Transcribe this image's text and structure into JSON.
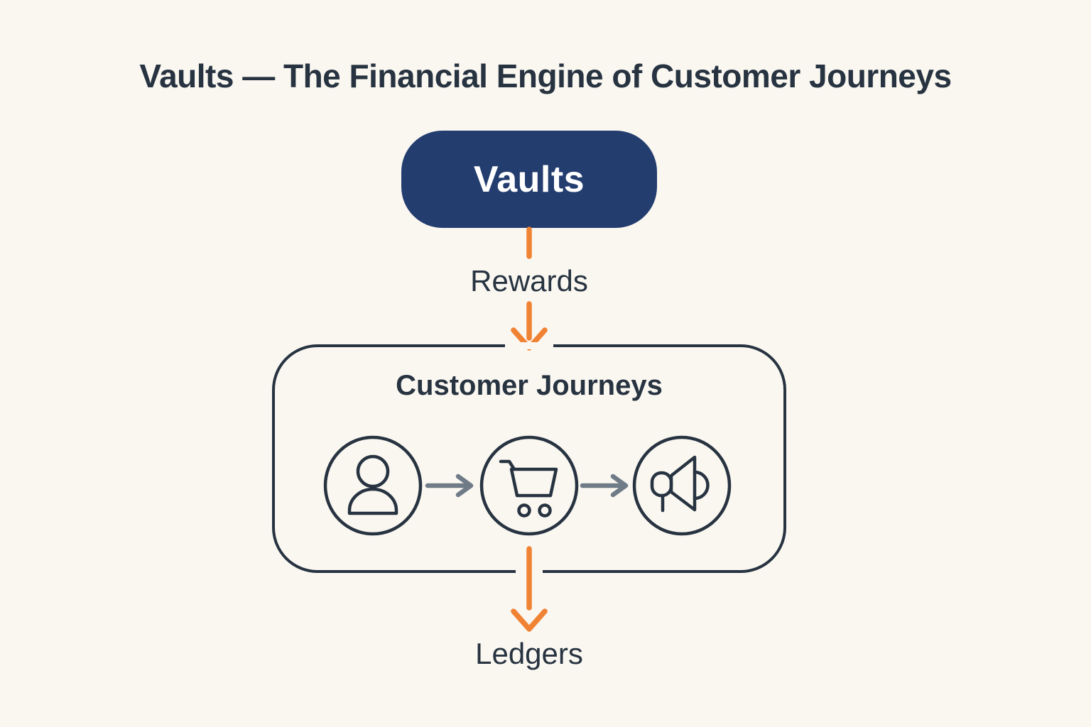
{
  "title": "Vaults — The Financial Engine of Customer Journeys",
  "vaults_node": {
    "label": "Vaults"
  },
  "flow": {
    "rewards_label": "Rewards",
    "ledgers_label": "Ledgers"
  },
  "journeys_box": {
    "title": "Customer Journeys",
    "steps": [
      {
        "name": "customer",
        "icon": "person-icon"
      },
      {
        "name": "purchase",
        "icon": "shopping-cart-icon"
      },
      {
        "name": "promotion",
        "icon": "megaphone-icon"
      }
    ]
  },
  "colors": {
    "background": "#faf7f1",
    "navy": "#233d6f",
    "ink": "#273340",
    "orange": "#f08233",
    "gray": "#6f7b87",
    "white": "#ffffff"
  }
}
